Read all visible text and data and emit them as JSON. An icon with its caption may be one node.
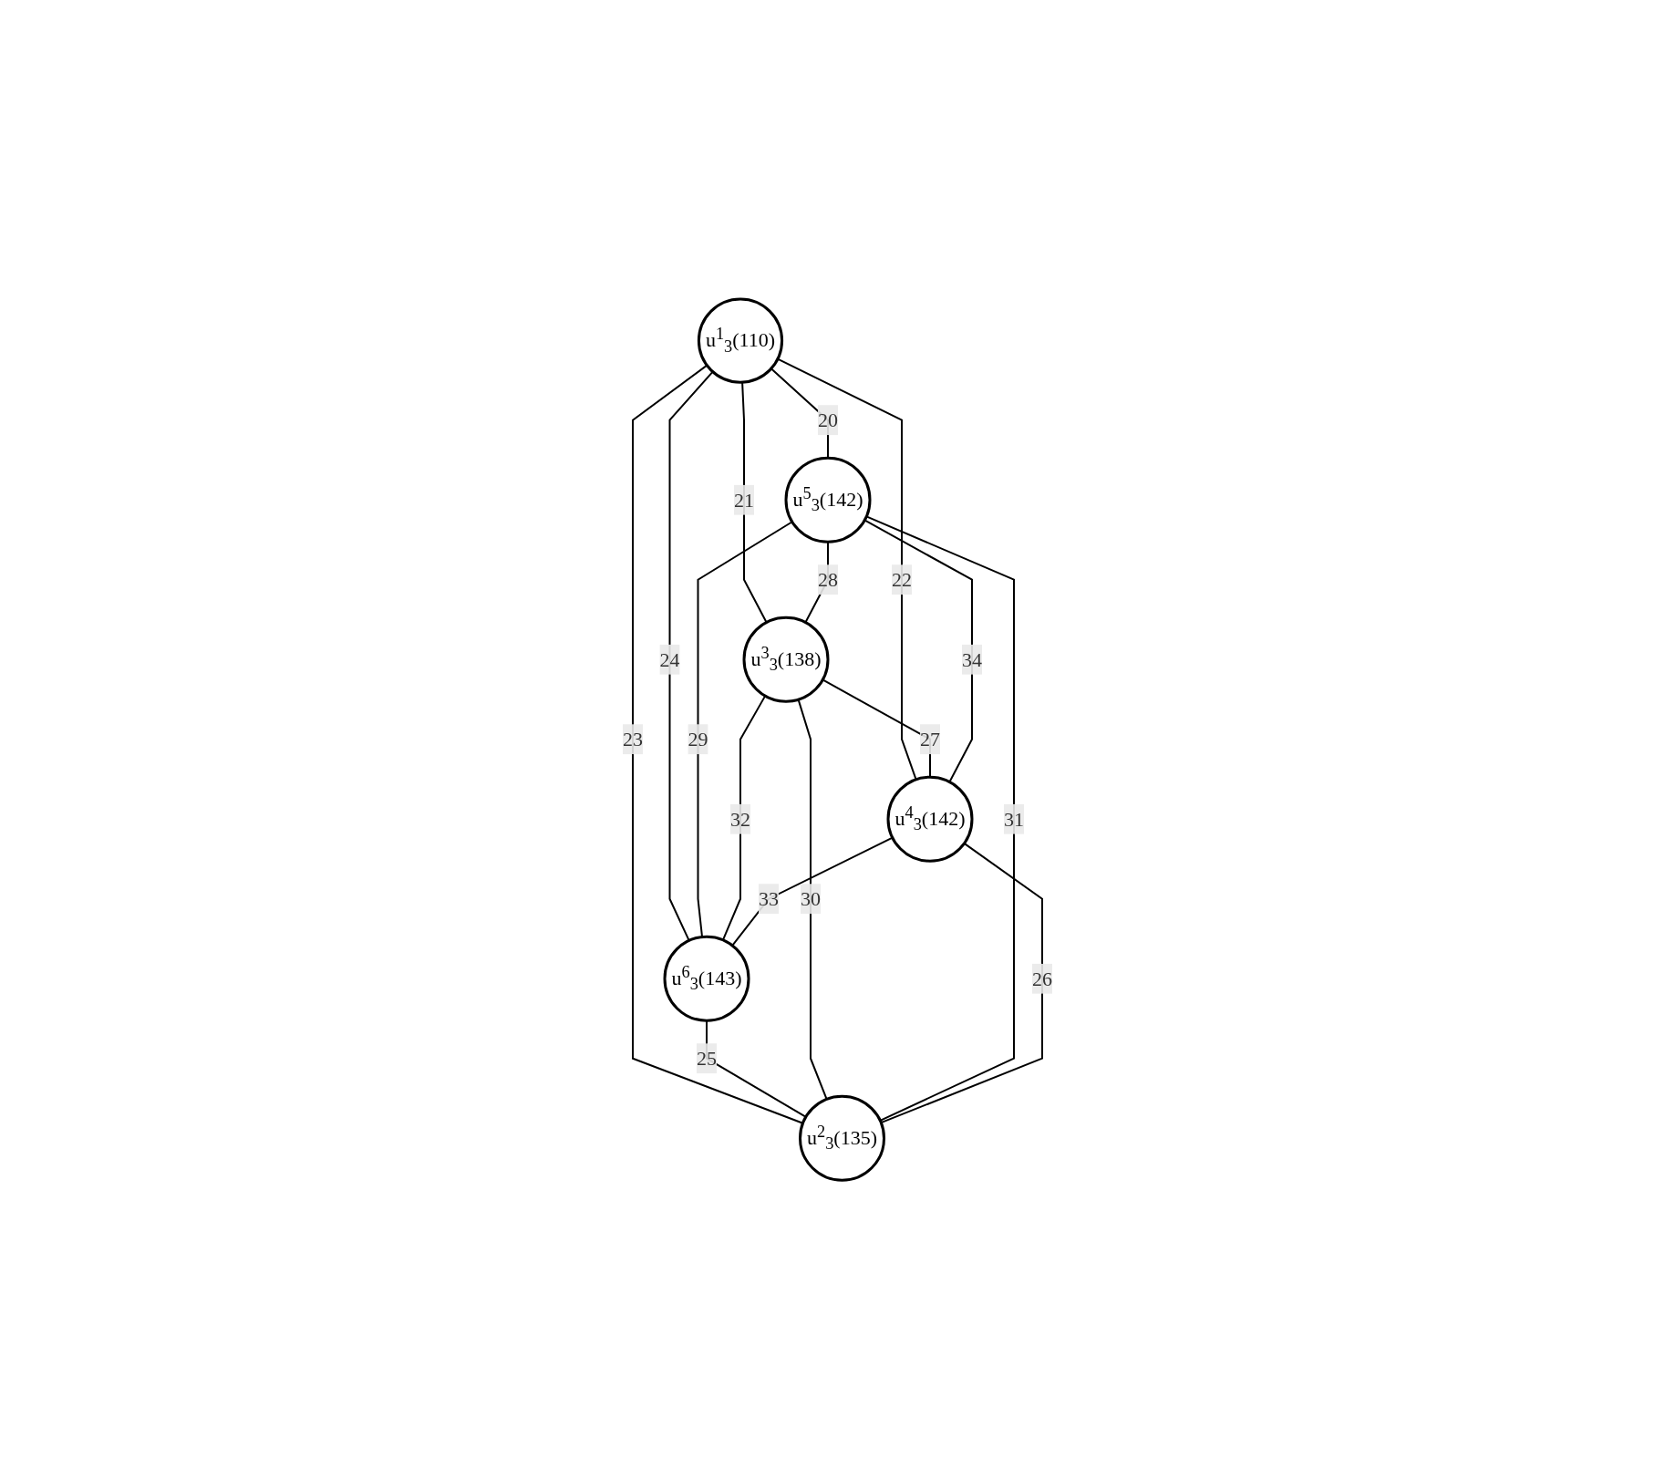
{
  "diagram": {
    "nodes": [
      {
        "text": [
          "u$^{1}$$_{3}$(110)"
        ]
      },
      {
        "text": [
          "u$^{5}$$_{3}$(142)"
        ]
      },
      {
        "text": [
          "u$^{6}$$_{3}$(143)"
        ]
      },
      {
        "text": [
          "u$^{3}$$_{3}$(138)"
        ]
      },
      {
        "text": [
          "u$^{2}$$_{3}$(135)"
        ]
      },
      {
        "text": [
          "u$^{4}$$_{3}$(142)"
        ]
      }
    ],
    "edges": [
      {
        "from": 0,
        "to": 1,
        "arrow": "none",
        "label": "20"
      },
      {
        "from": 0,
        "to": 3,
        "arrow": "none",
        "label": "21"
      },
      {
        "from": 0,
        "to": 5,
        "arrow": "none",
        "label": "22"
      },
      {
        "from": 0,
        "to": 4,
        "arrow": "none",
        "label": "23"
      },
      {
        "from": 0,
        "to": 2,
        "arrow": "none",
        "label": "24"
      },
      {
        "from": 2,
        "to": 4,
        "arrow": "none",
        "label": "25"
      },
      {
        "from": 4,
        "to": 5,
        "arrow": "none",
        "label": "26"
      },
      {
        "from": 3,
        "to": 5,
        "arrow": "none",
        "label": "27"
      },
      {
        "from": 1,
        "to": 3,
        "arrow": "none",
        "label": "28"
      },
      {
        "from": 1,
        "to": 2,
        "arrow": "none",
        "label": "29"
      },
      {
        "from": 3,
        "to": 4,
        "arrow": "none",
        "label": "30"
      },
      {
        "from": 1,
        "to": 4,
        "arrow": "none",
        "label": "31"
      },
      {
        "from": 3,
        "to": 2,
        "arrow": "none",
        "label": "32"
      },
      {
        "from": 5,
        "to": 2,
        "arrow": "none",
        "label": "33"
      },
      {
        "from": 1,
        "to": 5,
        "arrow": "none",
        "label": "34"
      }
    ]
  }
}
